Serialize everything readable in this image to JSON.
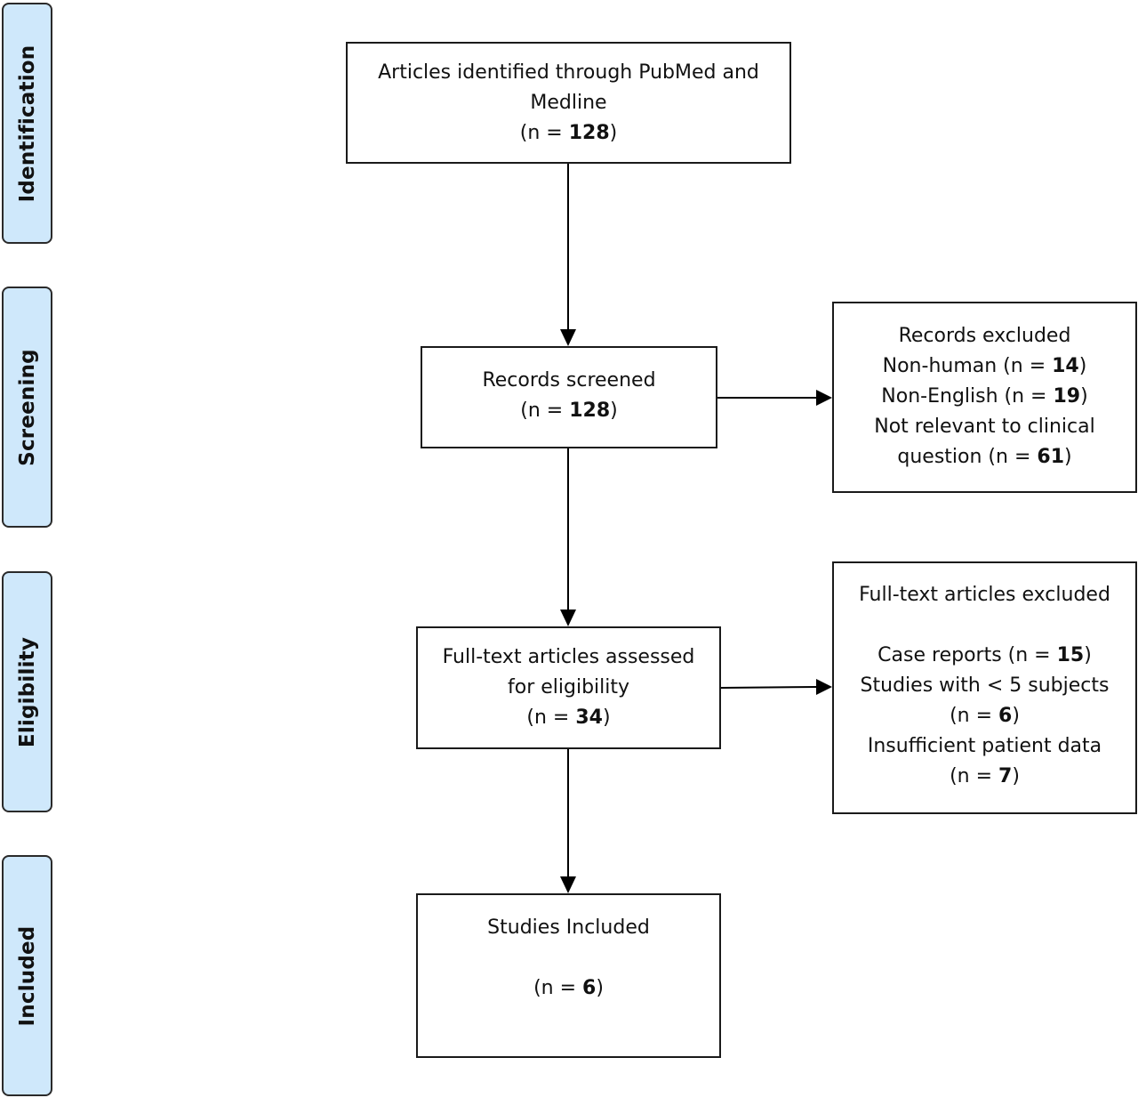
{
  "stages": {
    "identification": "Identification",
    "screening": "Screening",
    "eligibility": "Eligibility",
    "included": "Included"
  },
  "identified": {
    "line1": "Articles identified through PubMed and",
    "line2": "Medline",
    "n_prefix": "(n = ",
    "n": "128",
    "n_suffix": ")"
  },
  "screened": {
    "label": "Records screened",
    "n_prefix": "(n = ",
    "n": "128",
    "n_suffix": ")"
  },
  "records_excluded": {
    "title": "Records excluded",
    "non_human_label": "Non-human (n = ",
    "non_human_n": "14",
    "non_human_suffix": ")",
    "non_english_label": "Non-English (n = ",
    "non_english_n": "19",
    "non_english_suffix": ")",
    "not_relevant_line1": "Not relevant to clinical",
    "not_relevant_label": "question (n = ",
    "not_relevant_n": "61",
    "not_relevant_suffix": ")"
  },
  "assessed": {
    "line1": "Full-text articles assessed",
    "line2": "for eligibility",
    "n_prefix": "(n = ",
    "n": "34",
    "n_suffix": ")"
  },
  "fulltext_excluded": {
    "title": "Full-text articles excluded",
    "case_reports_label": "Case reports (n = ",
    "case_reports_n": "15",
    "case_reports_suffix": ")",
    "few_subjects_line1": "Studies with < 5 subjects",
    "few_subjects_prefix": "(n = ",
    "few_subjects_n": "6",
    "few_subjects_suffix": ")",
    "insufficient_line1": "Insufficient patient data",
    "insufficient_prefix": "(n = ",
    "insufficient_n": "7",
    "insufficient_suffix": ")"
  },
  "included": {
    "label": "Studies Included",
    "n_prefix": "(n = ",
    "n": "6",
    "n_suffix": ")"
  }
}
